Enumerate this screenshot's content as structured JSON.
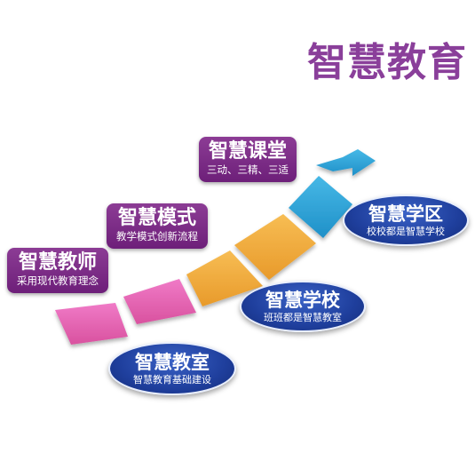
{
  "title": "智慧教育",
  "steps": [
    {
      "label": "智慧教师",
      "sub": "采用现代教育理念"
    },
    {
      "label": "智慧模式",
      "sub": "教学模式创新流程"
    },
    {
      "label": "智慧课堂",
      "sub": "三动、三精、三适"
    },
    {
      "label": "智慧教室",
      "sub": "智慧教育基础建设"
    },
    {
      "label": "智慧学校",
      "sub": "班班都是智慧教室"
    },
    {
      "label": "智慧学区",
      "sub": "校校都是智慧学校"
    }
  ],
  "colors": {
    "title": "#8a3f9a",
    "pink": "#e566b8",
    "orange": "#f2a93b",
    "blue": "#2aa3d8",
    "purple_tag": "#7d2f88",
    "blue_oval": "#1f3f9d"
  }
}
